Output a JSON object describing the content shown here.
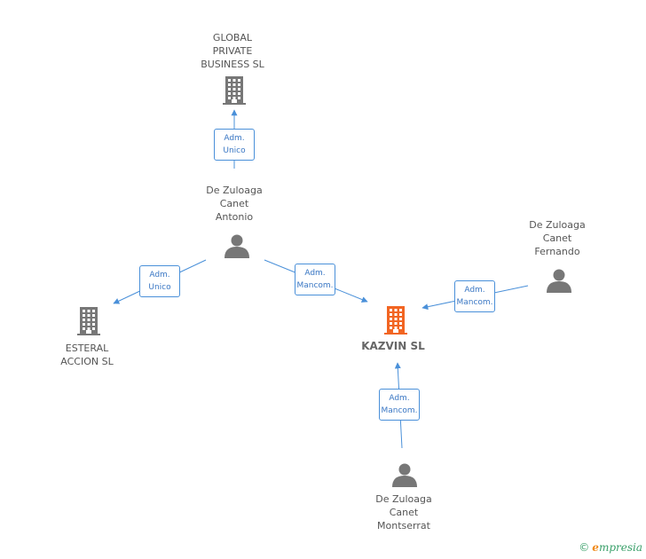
{
  "colors": {
    "edge": "#4a90d9",
    "company": "#777777",
    "main_company": "#f26522",
    "person": "#777777"
  },
  "nodes": [
    {
      "id": "global",
      "type": "company",
      "label": "GLOBAL\nPRIVATE\nBUSINESS  SL"
    },
    {
      "id": "antonio",
      "type": "person",
      "label": "De Zuloaga\nCanet\nAntonio"
    },
    {
      "id": "esteral",
      "type": "company",
      "label": "ESTERAL\nACCION SL"
    },
    {
      "id": "kazvin",
      "type": "main_company",
      "label": "KAZVIN SL"
    },
    {
      "id": "fernando",
      "type": "person",
      "label": "De Zuloaga\nCanet\nFernando"
    },
    {
      "id": "montserrat",
      "type": "person",
      "label": "De Zuloaga\nCanet\nMontserrat"
    }
  ],
  "edges": [
    {
      "from": "antonio",
      "to": "global",
      "label": "Adm.\nUnico"
    },
    {
      "from": "antonio",
      "to": "esteral",
      "label": "Adm.\nUnico"
    },
    {
      "from": "antonio",
      "to": "kazvin",
      "label": "Adm.\nMancom."
    },
    {
      "from": "fernando",
      "to": "kazvin",
      "label": "Adm.\nMancom."
    },
    {
      "from": "montserrat",
      "to": "kazvin",
      "label": "Adm.\nMancom."
    }
  ],
  "footer": {
    "copyright": "©",
    "brand_initial": "e",
    "brand_rest": "mpresia"
  }
}
